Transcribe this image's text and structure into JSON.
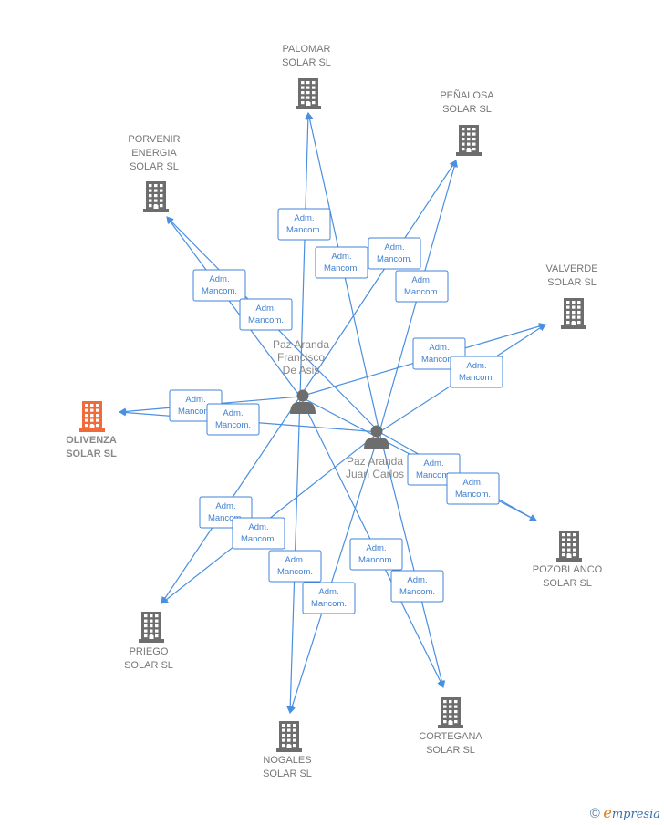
{
  "companies": [
    {
      "id": "palomar",
      "lines": [
        "PALOMAR",
        "SOLAR SL"
      ],
      "highlight": false
    },
    {
      "id": "penalosa",
      "lines": [
        "PEÑALOSA",
        "SOLAR SL"
      ],
      "highlight": false
    },
    {
      "id": "porvenir",
      "lines": [
        "PORVENIR",
        "ENERGIA",
        "SOLAR SL"
      ],
      "highlight": false
    },
    {
      "id": "valverde",
      "lines": [
        "VALVERDE",
        "SOLAR SL"
      ],
      "highlight": false
    },
    {
      "id": "olivenza",
      "lines": [
        "OLIVENZA",
        "SOLAR SL"
      ],
      "highlight": true
    },
    {
      "id": "pozoblanco",
      "lines": [
        "POZOBLANCO",
        "SOLAR SL"
      ],
      "highlight": false
    },
    {
      "id": "priego",
      "lines": [
        "PRIEGO",
        "SOLAR SL"
      ],
      "highlight": false
    },
    {
      "id": "nogales",
      "lines": [
        "NOGALES",
        "SOLAR SL"
      ],
      "highlight": false
    },
    {
      "id": "cortegana",
      "lines": [
        "CORTEGANA",
        "SOLAR SL"
      ],
      "highlight": false
    }
  ],
  "persons": [
    {
      "id": "francisco",
      "lines": [
        "Paz Aranda",
        "Francisco",
        "De Asis"
      ]
    },
    {
      "id": "juan",
      "lines": [
        "Paz Aranda",
        "Juan Carlos"
      ]
    }
  ],
  "relations": [
    {
      "from": "francisco",
      "to": "palomar",
      "role": [
        "Adm.",
        "Mancom."
      ]
    },
    {
      "from": "juan",
      "to": "palomar",
      "role": [
        "Adm.",
        "Mancom."
      ]
    },
    {
      "from": "francisco",
      "to": "penalosa",
      "role": [
        "Adm.",
        "Mancom."
      ]
    },
    {
      "from": "juan",
      "to": "penalosa",
      "role": [
        "Adm.",
        "Mancom."
      ]
    },
    {
      "from": "francisco",
      "to": "porvenir",
      "role": [
        "Adm.",
        "Mancom."
      ]
    },
    {
      "from": "juan",
      "to": "porvenir",
      "role": [
        "Adm.",
        "Mancom."
      ]
    },
    {
      "from": "francisco",
      "to": "valverde",
      "role": [
        "Adm.",
        "Mancom."
      ]
    },
    {
      "from": "juan",
      "to": "valverde",
      "role": [
        "Adm.",
        "Mancom."
      ]
    },
    {
      "from": "francisco",
      "to": "olivenza",
      "role": [
        "Adm.",
        "Mancom."
      ]
    },
    {
      "from": "juan",
      "to": "olivenza",
      "role": [
        "Adm.",
        "Mancom."
      ]
    },
    {
      "from": "francisco",
      "to": "pozoblanco",
      "role": [
        "Adm.",
        "Mancom."
      ]
    },
    {
      "from": "juan",
      "to": "pozoblanco",
      "role": [
        "Adm.",
        "Mancom."
      ]
    },
    {
      "from": "francisco",
      "to": "priego",
      "role": [
        "Adm.",
        "Mancom."
      ]
    },
    {
      "from": "juan",
      "to": "priego",
      "role": [
        "Adm.",
        "Mancom."
      ]
    },
    {
      "from": "francisco",
      "to": "nogales",
      "role": [
        "Adm.",
        "Mancom."
      ]
    },
    {
      "from": "juan",
      "to": "nogales",
      "role": [
        "Adm.",
        "Mancom."
      ]
    },
    {
      "from": "francisco",
      "to": "cortegana",
      "role": [
        "Adm.",
        "Mancom."
      ]
    },
    {
      "from": "juan",
      "to": "cortegana",
      "role": [
        "Adm.",
        "Mancom."
      ]
    }
  ],
  "colors": {
    "edge": "#4a8fe0",
    "building": "#6d6d6d",
    "building_highlight": "#f06a3a",
    "person": "#6d6d6d"
  },
  "footer": {
    "copyright": "©",
    "brand_initial": "e",
    "brand_rest": "mpresia"
  }
}
